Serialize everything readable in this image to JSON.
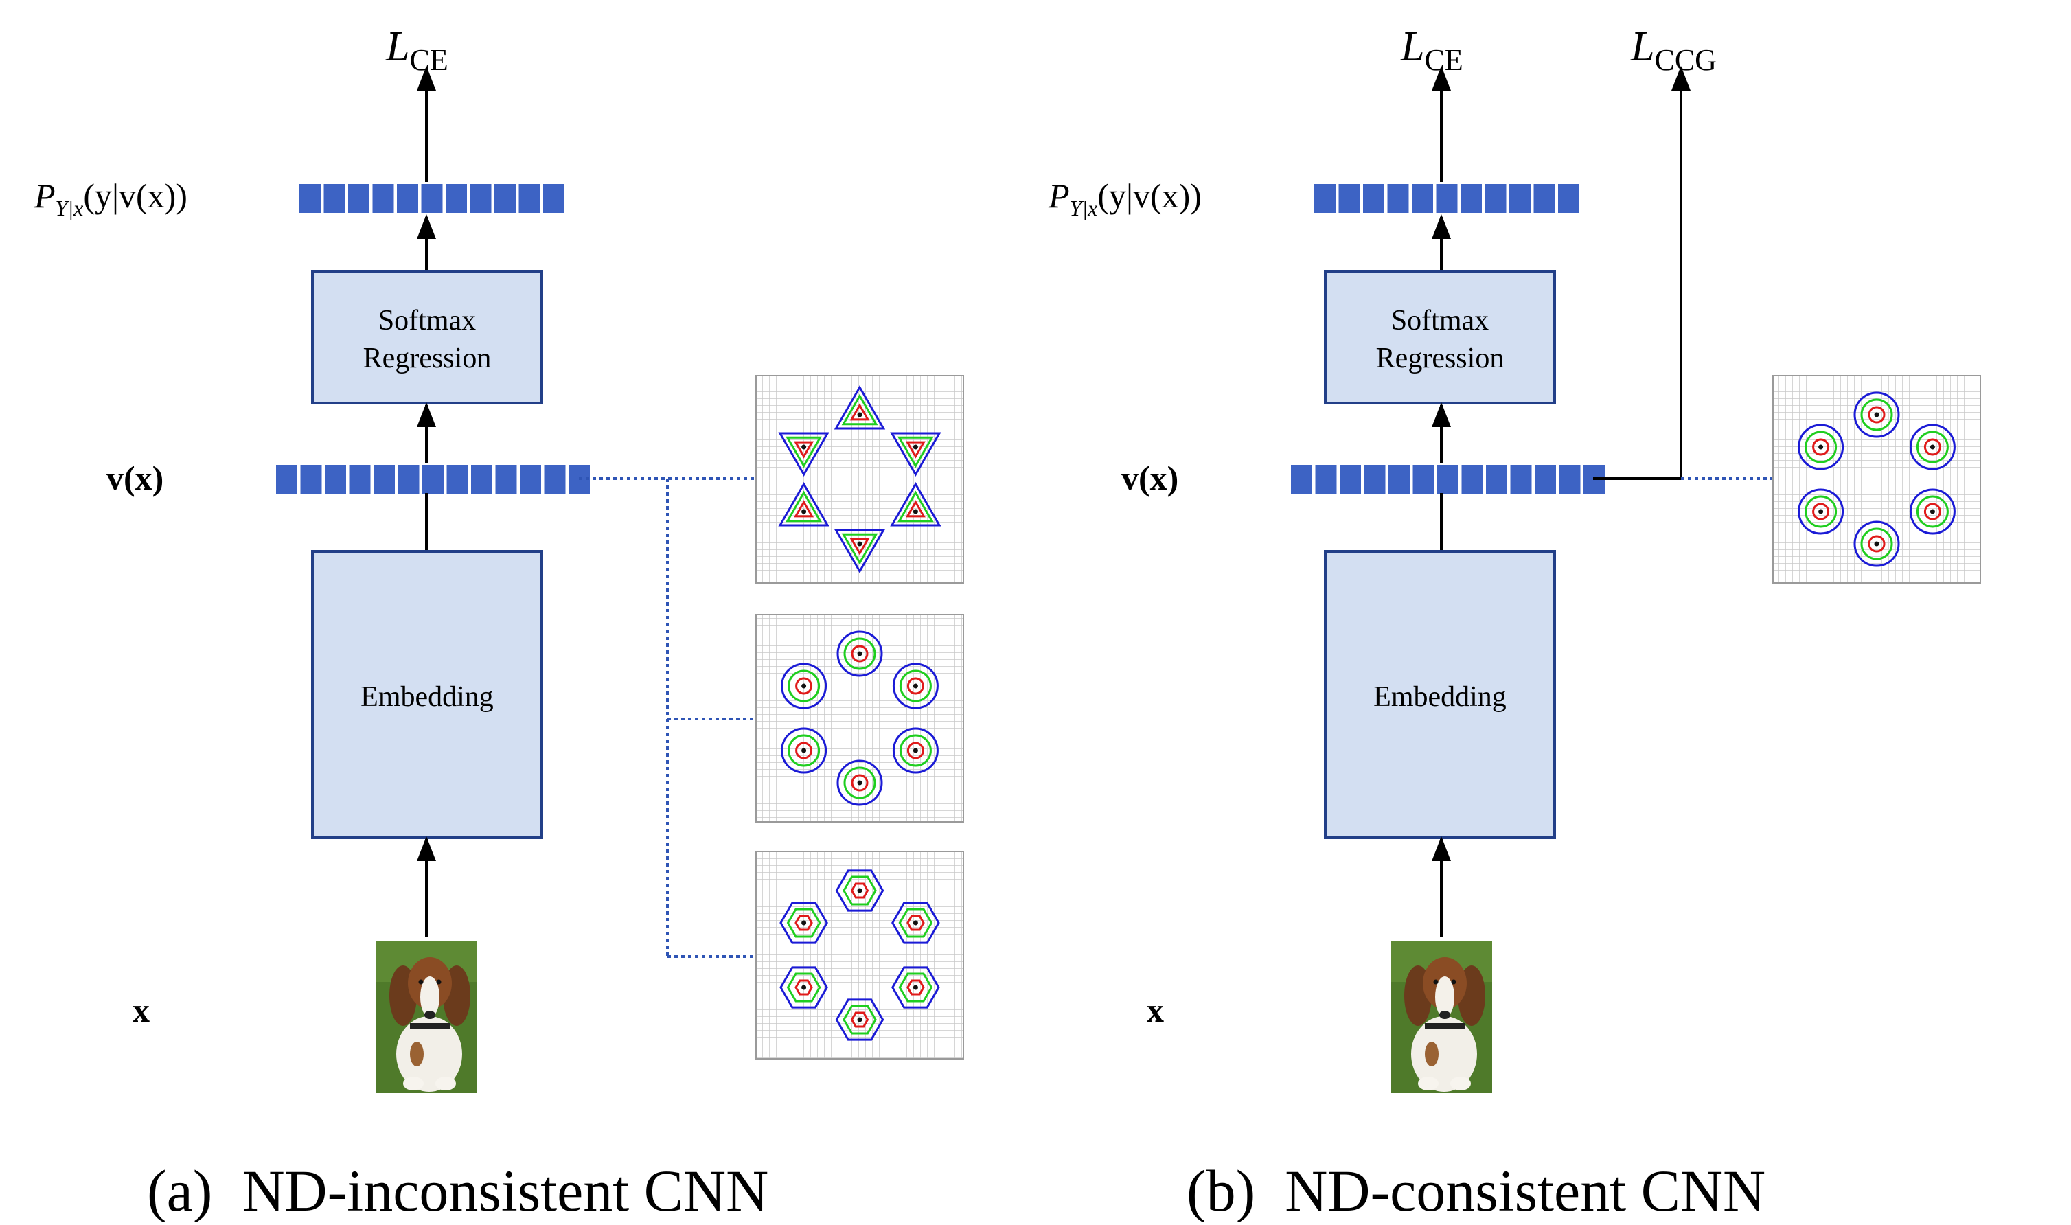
{
  "colors": {
    "box_fill": "#d3dff2",
    "box_stroke": "#223f88",
    "vector_block": "#3d63c4",
    "dotted_connector": "#2f55b5",
    "arrow": "#000000",
    "grid_line": "#c9c9c9",
    "contour_outer": "#1b1bd6",
    "contour_mid": "#1fce1f",
    "contour_inner": "#e01a1a"
  },
  "panels": [
    {
      "id": "a",
      "caption": "(a)  ND-inconsistent CNN",
      "loss_labels": [
        {
          "main": "L",
          "sub": "CE"
        }
      ],
      "prob_label": {
        "P": "P",
        "sub": "Y|x",
        "rest": "(y|v(x))"
      },
      "prob_blocks": 11,
      "embedding_label": "v(x)",
      "embedding_blocks": 13,
      "input_label": "x",
      "softmax_label": [
        "Softmax",
        "Regression"
      ],
      "embedding_box_label": "Embedding",
      "input_image": "dog-photo",
      "feature_plots": [
        "triangle-contours",
        "circle-contours",
        "hexagon-contours"
      ]
    },
    {
      "id": "b",
      "caption": "(b)  ND-consistent CNN",
      "loss_labels": [
        {
          "main": "L",
          "sub": "CE"
        },
        {
          "main": "L",
          "sub": "CCG"
        }
      ],
      "prob_label": {
        "P": "P",
        "sub": "Y|x",
        "rest": "(y|v(x))"
      },
      "prob_blocks": 11,
      "embedding_label": "v(x)",
      "embedding_blocks": 13,
      "input_label": "x",
      "softmax_label": [
        "Softmax",
        "Regression"
      ],
      "embedding_box_label": "Embedding",
      "input_image": "dog-photo",
      "feature_plots": [
        "circle-contours"
      ]
    }
  ]
}
